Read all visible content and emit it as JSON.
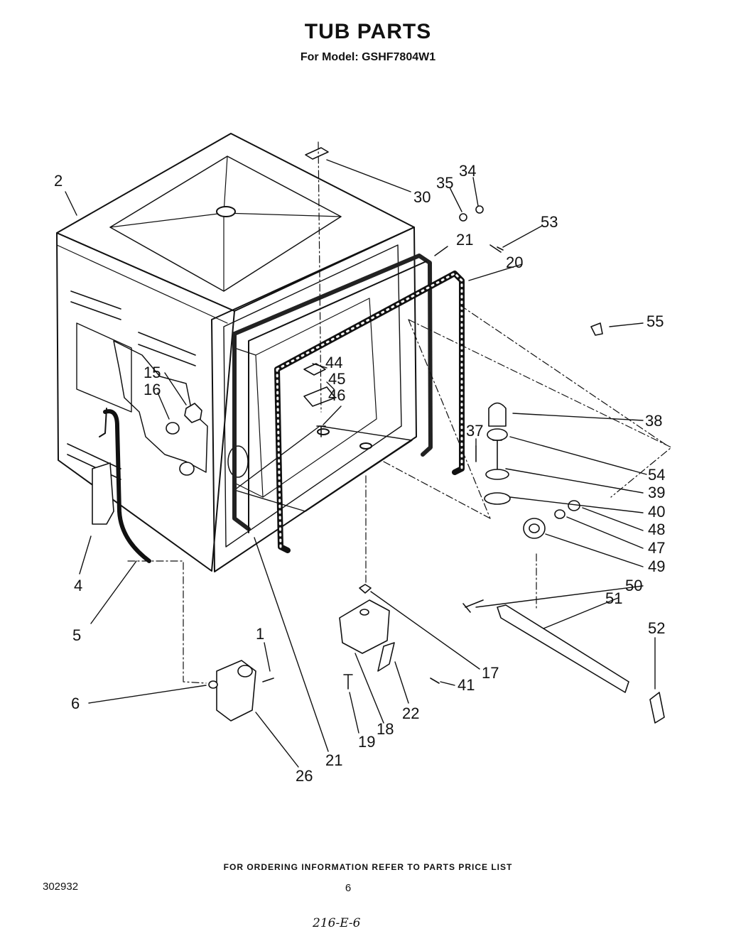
{
  "header": {
    "title": "TUB PARTS",
    "subtitle": "For Model: GSHF7804W1"
  },
  "callouts": [
    "2",
    "30",
    "35",
    "34",
    "53",
    "21",
    "20",
    "55",
    "44",
    "45",
    "46",
    "15",
    "16",
    "38",
    "37",
    "54",
    "39",
    "40",
    "48",
    "47",
    "49",
    "50",
    "4",
    "5",
    "51",
    "52",
    "17",
    "1",
    "6",
    "41",
    "22",
    "18",
    "19",
    "21",
    "26"
  ],
  "footer": {
    "note": "FOR ORDERING INFORMATION REFER TO PARTS PRICE LIST",
    "part_number": "302932",
    "page_number": "6",
    "handwritten_code": "216-E-6"
  }
}
